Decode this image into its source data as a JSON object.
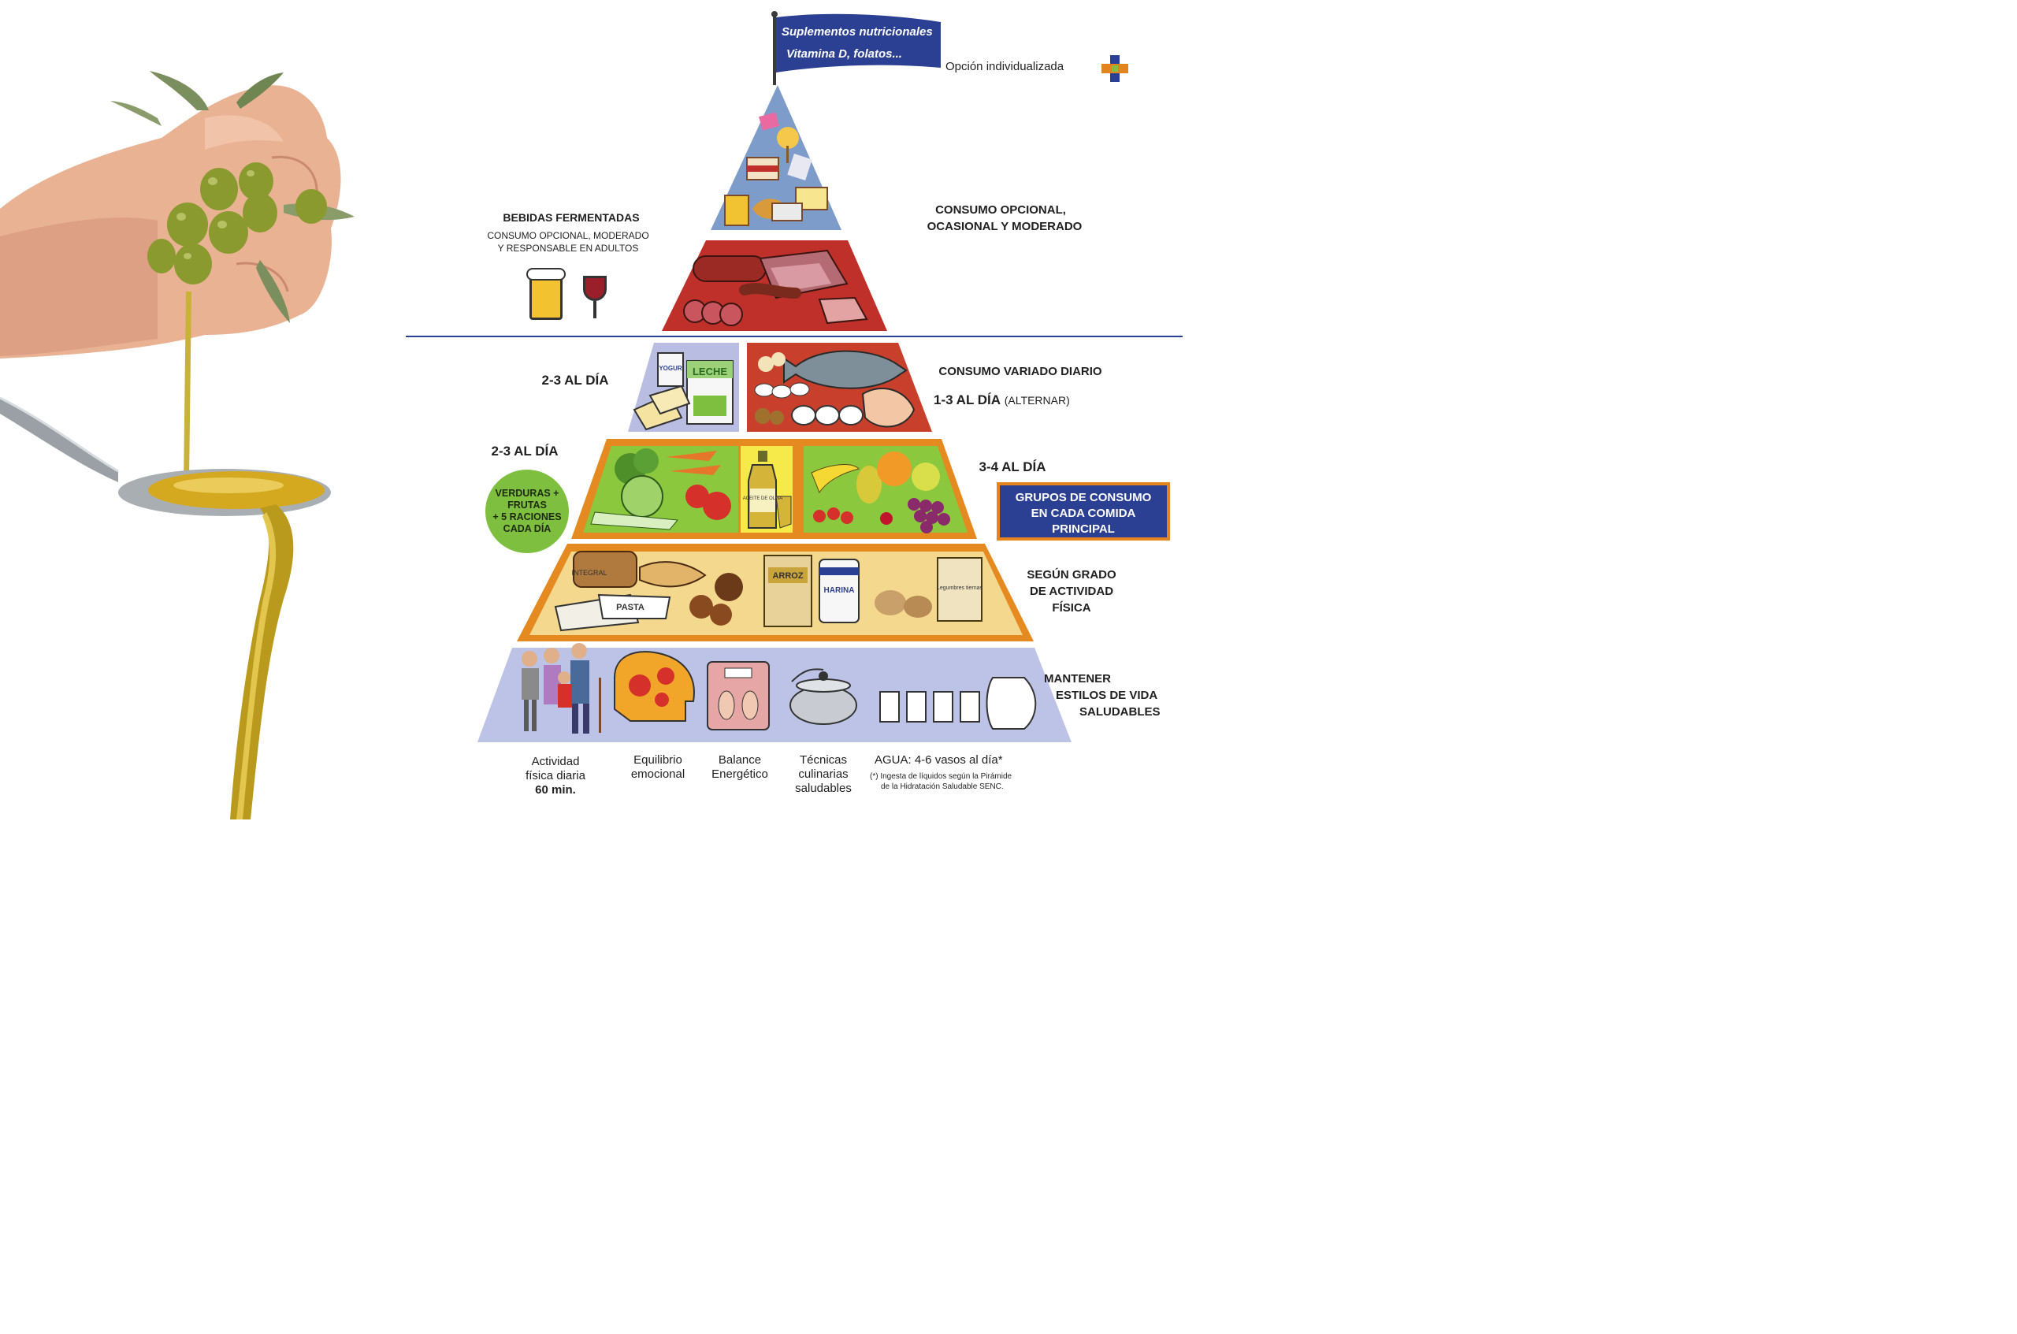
{
  "flag": {
    "line1": "Suplementos nutricionales",
    "line2": "Vitamina D, folatos...",
    "option": "Opción individualizada"
  },
  "tiers": {
    "top": {
      "label_line1": "CONSUMO OPCIONAL,",
      "label_line2": "OCASIONAL Y MODERADO"
    },
    "fermented": {
      "title": "BEBIDAS FERMENTADAS",
      "sub_line1": "CONSUMO OPCIONAL, MODERADO",
      "sub_line2": "Y RESPONSABLE EN ADULTOS"
    },
    "dairy": {
      "freq": "2-3  AL DÍA"
    },
    "protein": {
      "label": "CONSUMO VARIADO DIARIO",
      "freq": "1-3  AL DÍA",
      "freq_note": "(ALTERNAR)"
    },
    "veg": {
      "freq": "2-3  AL DÍA",
      "circle_line1": "VERDURAS +",
      "circle_line2": "FRUTAS",
      "circle_line3": "+ 5 RACIONES",
      "circle_line4": "CADA DÍA"
    },
    "fruit": {
      "freq": "3-4  AL DÍA"
    },
    "groups_box": {
      "line1": "GRUPOS DE CONSUMO",
      "line2": "EN CADA COMIDA",
      "line3": "PRINCIPAL"
    },
    "grains": {
      "line1": "SEGÚN GRADO",
      "line2": "DE ACTIVIDAD",
      "line3": "FÍSICA"
    },
    "base": {
      "line1": "MANTENER",
      "line2": "ESTILOS DE VIDA",
      "line3": "SALUDABLES"
    }
  },
  "food_labels": {
    "yogur": "YOGUR",
    "leche": "LECHE",
    "aceite": "ACEITE DE OLIVA",
    "integral": "INTEGRAL",
    "pasta": "PASTA",
    "arroz": "ARROZ",
    "harina": "HARINA",
    "legumbres": "Legumbres tiernas"
  },
  "footer": {
    "activity": [
      "Actividad",
      "física diaria",
      "60 min."
    ],
    "emotional": [
      "Equilibrio",
      "emocional"
    ],
    "balance": [
      "Balance",
      "Energético"
    ],
    "techniques": [
      "Técnicas",
      "culinarias",
      "saludables"
    ],
    "water": "AGUA: 4-6 vasos al día*",
    "water_note1": "(*) Ingesta de líquidos según la Pirámide",
    "water_note2": "de la Hidratación Saludable SENC."
  },
  "colors": {
    "top_tier": "#7d9cc9",
    "meat_tier": "#c0302a",
    "dairy_tier": "#b9bde2",
    "protein_tier": "#c8402c",
    "veg_tier": "#e58a21",
    "grain_tier": "#e58a21",
    "base_tier": "#bcc3e6",
    "flag": "#2b3f93",
    "divider": "#2b3f93",
    "circle": "#7fbf3f"
  }
}
